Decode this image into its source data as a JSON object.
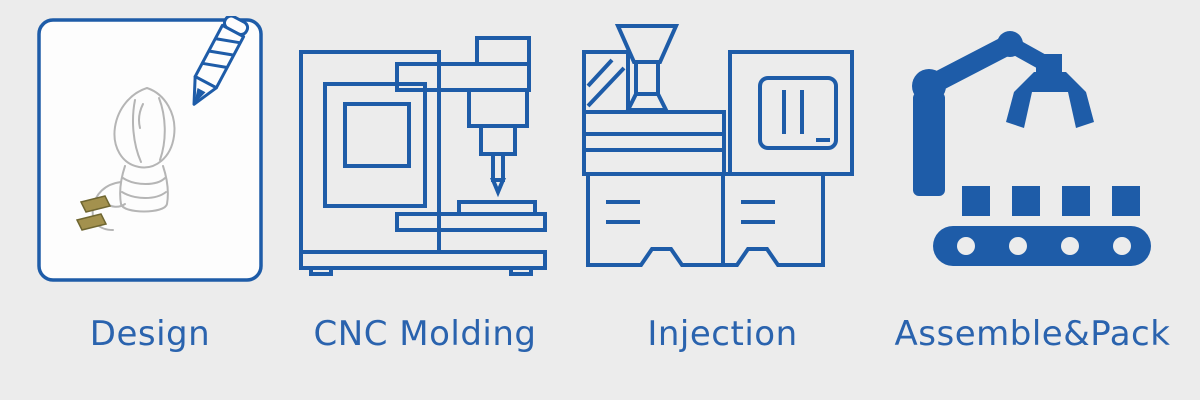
{
  "colors": {
    "background": "#ececec",
    "accent": "#1e5ca8",
    "text": "#2a63ae",
    "paper": "#fdfdfd",
    "sketch": "#b5b5b5",
    "prong": "#a3914e",
    "prong-dark": "#6f6631"
  },
  "process": {
    "steps": [
      {
        "id": "design",
        "label": "Design",
        "icon": "design-sketch-pencil-icon"
      },
      {
        "id": "cnc-molding",
        "label": "CNC Molding",
        "icon": "cnc-machine-icon"
      },
      {
        "id": "injection",
        "label": "Injection",
        "icon": "injection-molding-machine-icon"
      },
      {
        "id": "assemble-pack",
        "label": "Assemble&Pack",
        "icon": "robot-arm-conveyor-icon"
      }
    ]
  }
}
